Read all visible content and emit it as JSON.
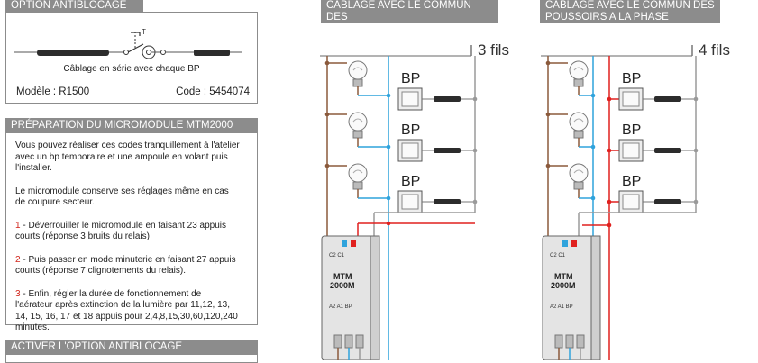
{
  "option": {
    "title": "OPTION ANTIBLOCAGE",
    "caption": "Câblage en série avec chaque BP",
    "model_label": "Modèle : R1500",
    "code_label": "Code : 5454074"
  },
  "prep": {
    "title": "PRÉPARATION DU MICROMODULE MTM2000",
    "intro": "Vous pouvez réaliser ces codes tranquillement à l'atelier avec un bp temporaire et une ampoule en volant puis l'installer.",
    "note": "Le micromodule conserve ses réglages même en cas de coupure secteur.",
    "steps": [
      {
        "num": "1",
        "text": " - Déverrouiller le micromodule en faisant 23 appuis courts (réponse 3 bruits du relais)"
      },
      {
        "num": "2",
        "text": " - Puis passer en mode minuterie en faisant 27 appuis courts (réponse 7 clignotements du relais)."
      },
      {
        "num": "3",
        "text": " - Enfin, régler la durée de fonctionnement de l'aérateur après extinction de la lumière par 11,12, 13, 14, 15, 16, 17 et 18 appuis pour 2,4,8,15,30,60,120,240 minutes."
      }
    ]
  },
  "activer": {
    "title": "ACTIVER L'OPTION ANTIBLOCAGE"
  },
  "diagram_neutre": {
    "title_line1": "CABLAGE AVEC LE COMMUN DES",
    "title_line2": "POUSSOIRS AU NEUTRE",
    "wires_label": "3 fils",
    "bp_labels": [
      "BP",
      "BP",
      "BP"
    ],
    "module_line1": "MTM",
    "module_line2": "2000M",
    "terminals_top": "C2 C1",
    "terminals_bottom": "A2 A1 BP"
  },
  "diagram_phase": {
    "title_line1": "CABLAGE AVEC LE COMMUN DES",
    "title_line2": "POUSSOIRS A LA PHASE",
    "wires_label": "4 fils",
    "bp_labels": [
      "BP",
      "BP",
      "BP"
    ],
    "module_line1": "MTM",
    "module_line2": "2000M",
    "terminals_top": "C2 C1",
    "terminals_bottom": "A2 A1 BP"
  },
  "colors": {
    "header_gray": "#8c8c8c",
    "brown": "#8b5a3c",
    "blue": "#2fa3dc",
    "red": "#e0211f",
    "gray_wire": "#9a9a9a",
    "step_number": "#d1241a"
  }
}
